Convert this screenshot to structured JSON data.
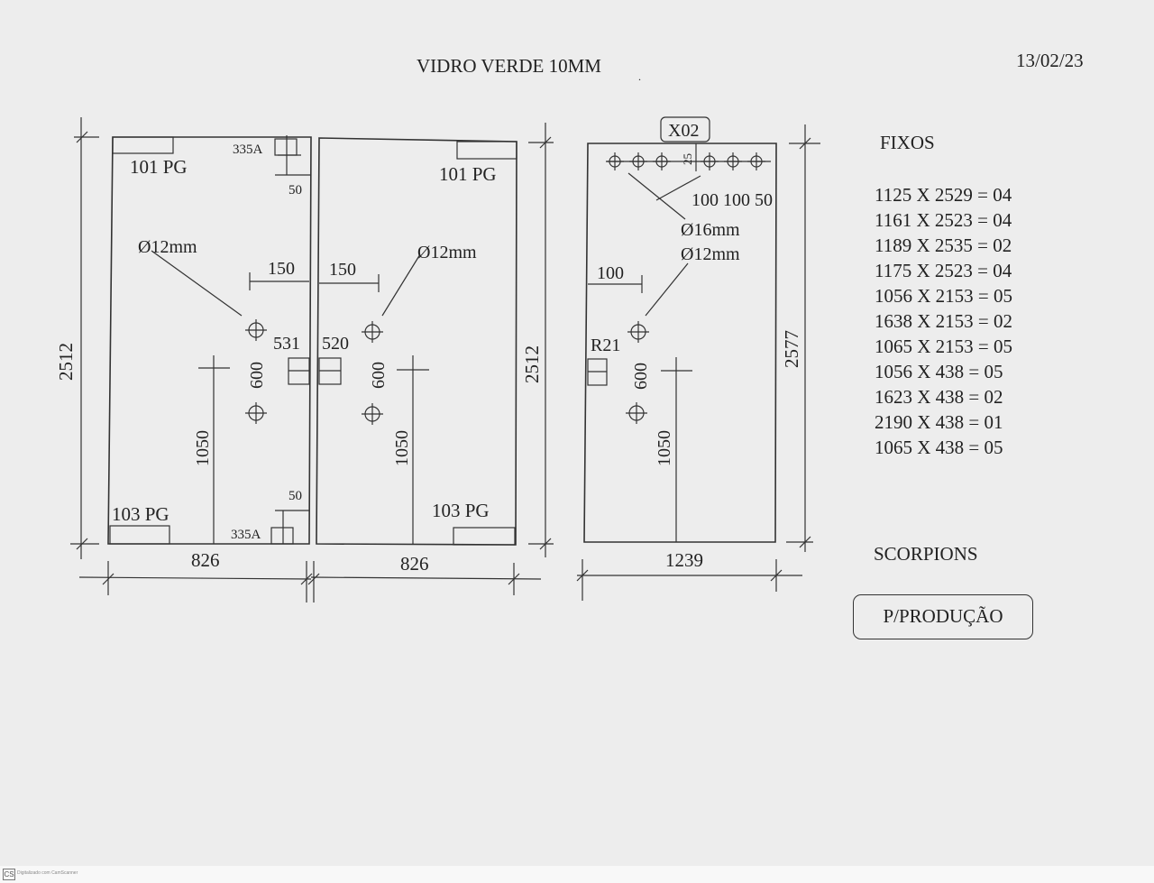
{
  "header": {
    "title": "VIDRO VERDE 10MM",
    "date": "13/02/23"
  },
  "panels": {
    "left": {
      "height": "2512",
      "width": "826",
      "top_label": "101 PG",
      "bottom_label": "103 PG",
      "top_hinge": "335A",
      "bottom_hinge": "335A",
      "hinge_top_gap": "50",
      "hinge_bottom_gap": "50",
      "hole": "Ø12mm",
      "offset": "150",
      "handle": "531",
      "spacing": "600",
      "height_mark": "1050"
    },
    "middle": {
      "height": "2512",
      "width": "826",
      "top_label": "101 PG",
      "bottom_label": "103 PG",
      "hole": "Ø12mm",
      "offset": "150",
      "handle": "520",
      "spacing": "600",
      "height_mark": "1050"
    },
    "right": {
      "height": "2577",
      "width": "1239",
      "tag": "X02",
      "top_gap": "25",
      "spacing_row": "100 100 50",
      "hole_16": "Ø16mm",
      "hole_12": "Ø12mm",
      "offset": "100",
      "radius": "R21",
      "spacing": "600",
      "height_mark": "1050"
    }
  },
  "fixos": {
    "title": "FIXOS",
    "items": [
      "1125 X 2529 = 04",
      "1161 X 2523 = 04",
      "1189 X 2535 = 02",
      "1175 X 2523 = 04",
      "1056 X 2153 = 05",
      "1638 X 2153 = 02",
      "1065 X 2153 = 05",
      "1056 X 438 = 05",
      "1623 X 438 = 02",
      "2190 X 438 = 01",
      "1065 X 438 = 05"
    ]
  },
  "scorpions": "SCORPIONS",
  "production": "P/PRODUÇÃO",
  "footer": {
    "badge": "CS",
    "text": "Digitalizado com CamScanner"
  }
}
